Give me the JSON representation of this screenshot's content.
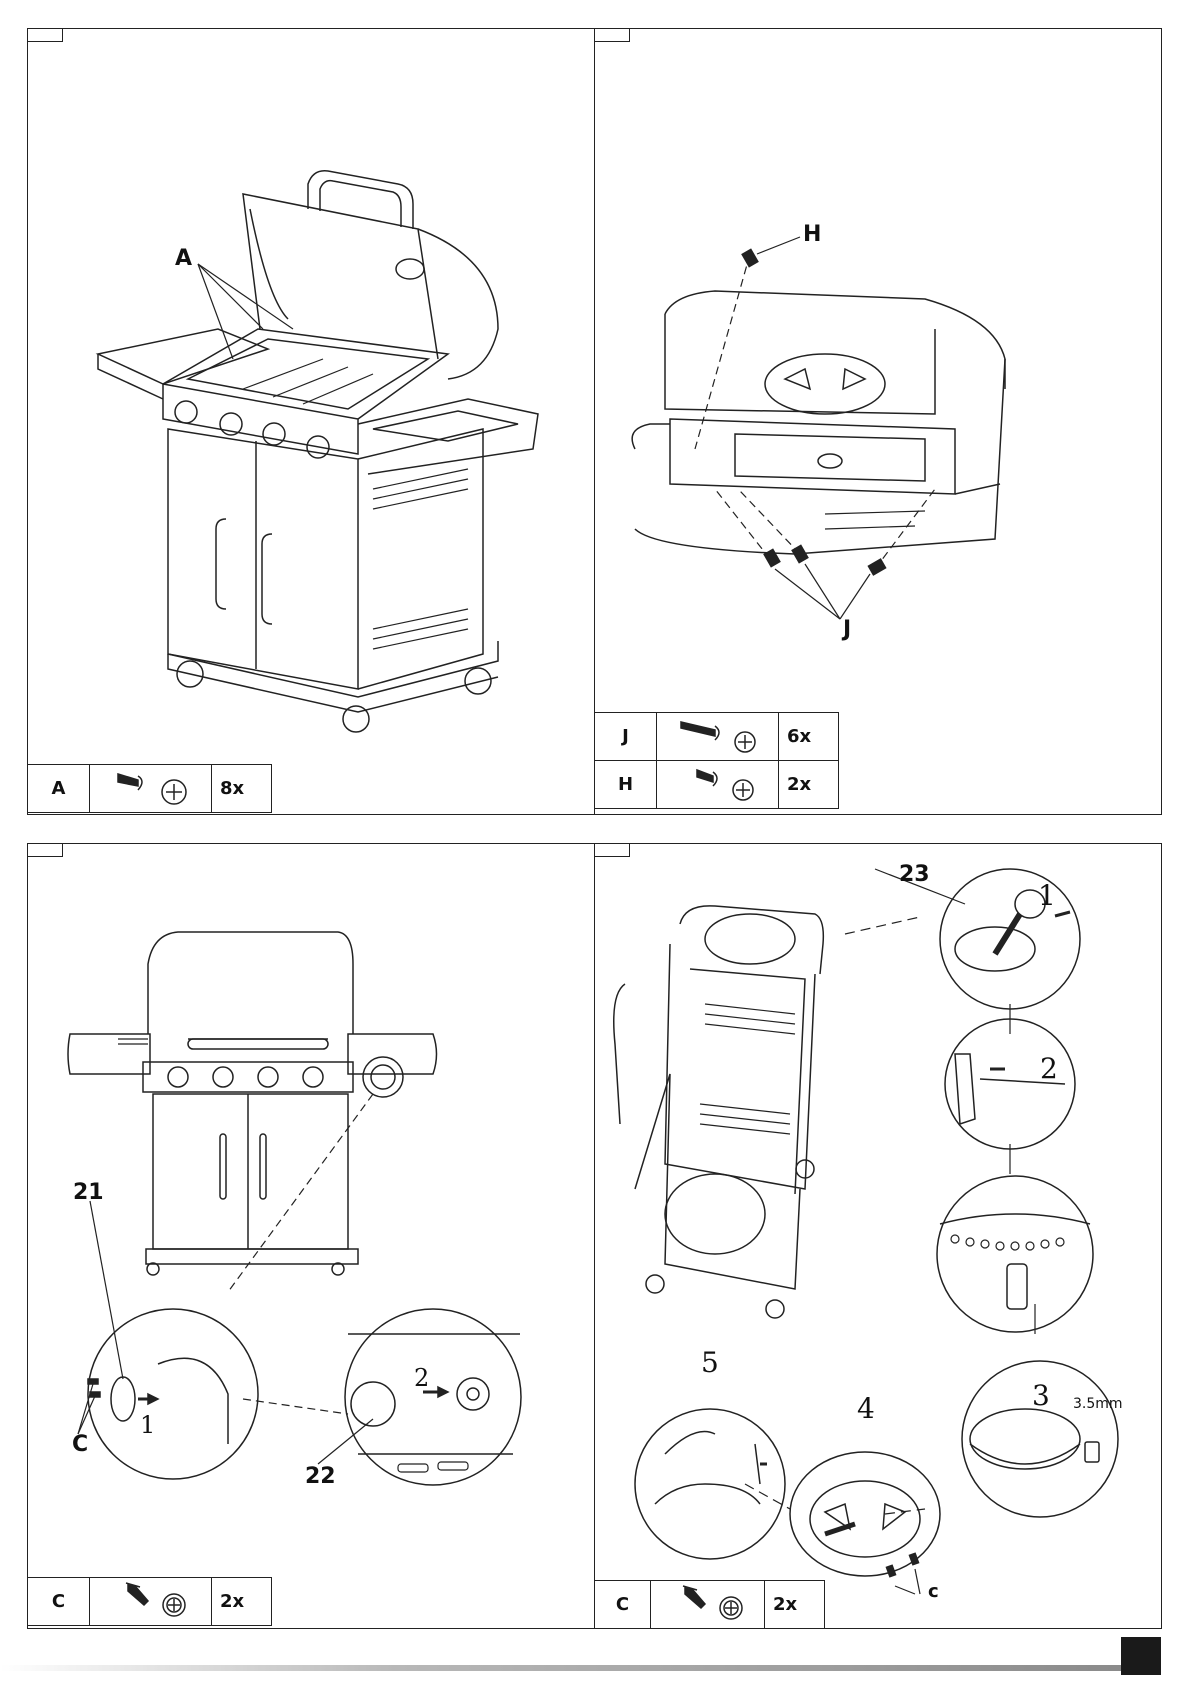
{
  "panels": [
    {
      "callouts": {
        "a": "A"
      },
      "parts": [
        {
          "letter": "A",
          "icon": "pan-head-screw-icon",
          "qty": "8x"
        }
      ]
    },
    {
      "callouts": {
        "h": "H",
        "j": "J"
      },
      "parts": [
        {
          "letter": "J",
          "icon": "long-screw-icon",
          "qty": "6x"
        },
        {
          "letter": "H",
          "icon": "short-screw-icon",
          "qty": "2x"
        }
      ]
    },
    {
      "callouts": {
        "n21": "21",
        "n22": "22",
        "c": "C",
        "s1": "1",
        "s2": "2"
      },
      "parts": [
        {
          "letter": "C",
          "icon": "countersunk-screw-icon",
          "qty": "2x"
        }
      ]
    },
    {
      "callouts": {
        "n23": "23",
        "s1": "1",
        "s2": "2",
        "s3": "3",
        "s4": "4",
        "s5": "5",
        "gap": "3.5mm",
        "c": "c"
      },
      "parts": [
        {
          "letter": "C",
          "icon": "countersunk-screw-icon",
          "qty": "2x"
        }
      ]
    }
  ],
  "colors": {
    "line": "#222222",
    "page_box": "#1a1a1a"
  }
}
